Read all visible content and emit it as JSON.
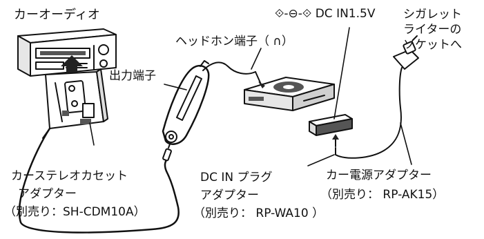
{
  "labels": {
    "car_audio": "カーオーディオ",
    "dc_in": "⟐-⊖-⟐ DC IN1.5V",
    "cigarette_line1": "シガレット",
    "cigarette_line2": "ライターの",
    "cigarette_line3": "ソケットへ",
    "headphone_jack": "ヘッドホン端子（ ∩）",
    "output_jack": "出力端子",
    "cassette_adapter_line1": "カーステレオカセット",
    "cassette_adapter_line2": "アダプター",
    "cassette_adapter_line3": "（別売り：SH-CDM10A）",
    "dc_plug_line1": "DC IN プラグ",
    "dc_plug_line2": "アダプター",
    "dc_plug_line3": "（別売り： RP-WA10 ）",
    "car_power_line1": "カー電源アダプター",
    "car_power_line2": "（別売り： RP-AK15）"
  },
  "colors": {
    "ink": "#111111",
    "fill_light": "#ffffff",
    "fill_gray": "#cfcfcf",
    "fill_dark": "#555555",
    "arrow": "#222222"
  }
}
